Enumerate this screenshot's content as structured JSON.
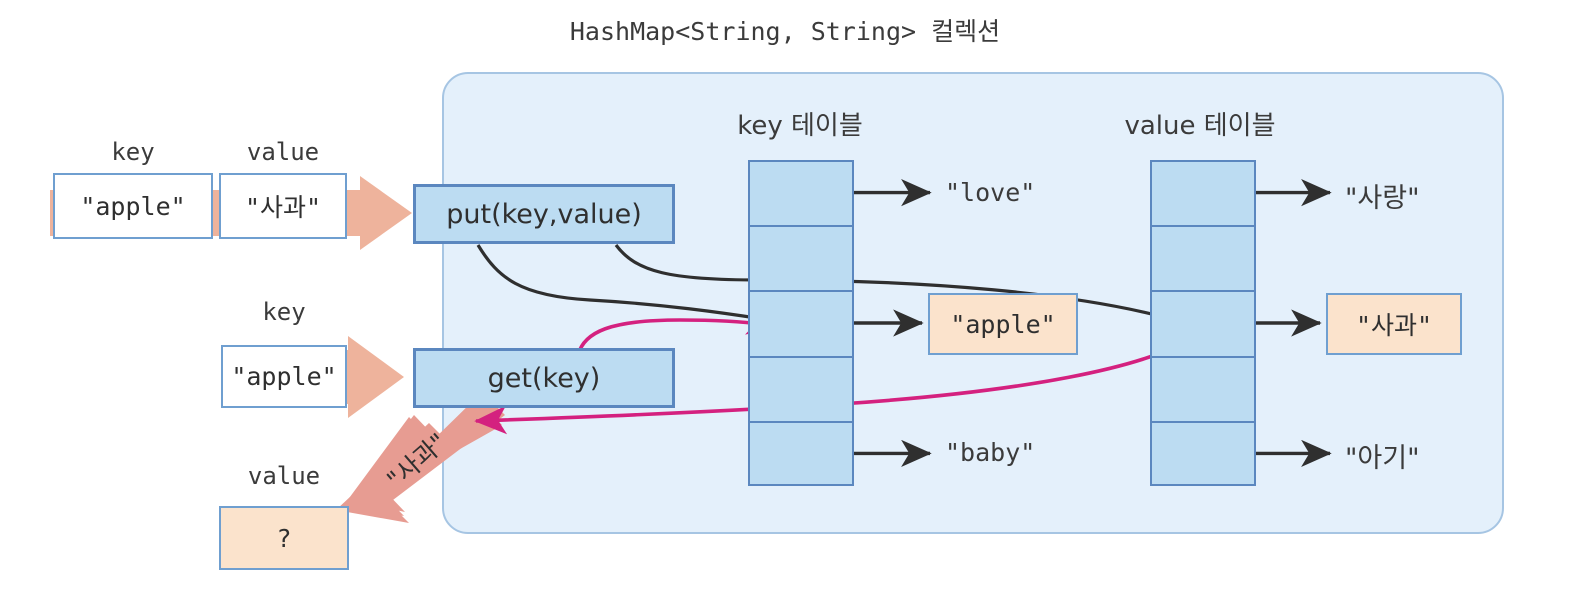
{
  "title": "HashMap<String, String> 컬렉션",
  "colors": {
    "container_fill": "#e4f0fb",
    "container_stroke": "#a6c5e3",
    "table_fill": "#bcdcf2",
    "table_stroke": "#5b87bf",
    "peach_fill": "#fbe3cc",
    "salmon_arrow": "#eeb39c",
    "put_arrow": "#3a3a3a",
    "get_arrow": "#d4217f",
    "text": "#3b3b3b"
  },
  "put_row": {
    "key_label": "key",
    "value_label": "value",
    "key_value": "\"apple\"",
    "value_value": "\"사과\"",
    "method_label": "put(key,value)"
  },
  "get_row": {
    "key_label": "key",
    "key_value": "\"apple\"",
    "method_label": "get(key)",
    "result_label": "value",
    "result_value": "?",
    "returned_value": "\"사과\""
  },
  "key_table": {
    "header": "key 테이블",
    "rows": 5,
    "entries": [
      {
        "row": 0,
        "has_dot": true,
        "target": "\"love\"",
        "highlight": false
      },
      {
        "row": 1,
        "has_dot": false,
        "target": "",
        "highlight": false
      },
      {
        "row": 2,
        "has_dot": true,
        "target": "\"apple\"",
        "highlight": true
      },
      {
        "row": 3,
        "has_dot": false,
        "target": "",
        "highlight": false
      },
      {
        "row": 4,
        "has_dot": true,
        "target": "\"baby\"",
        "highlight": false
      }
    ]
  },
  "value_table": {
    "header": "value 테이블",
    "rows": 5,
    "entries": [
      {
        "row": 0,
        "has_dot": true,
        "target": "\"사랑\"",
        "highlight": false
      },
      {
        "row": 1,
        "has_dot": false,
        "target": "",
        "highlight": false
      },
      {
        "row": 2,
        "has_dot": true,
        "target": "\"사과\"",
        "highlight": true
      },
      {
        "row": 3,
        "has_dot": false,
        "target": "",
        "highlight": false
      },
      {
        "row": 4,
        "has_dot": true,
        "target": "\"아기\"",
        "highlight": false
      }
    ]
  }
}
